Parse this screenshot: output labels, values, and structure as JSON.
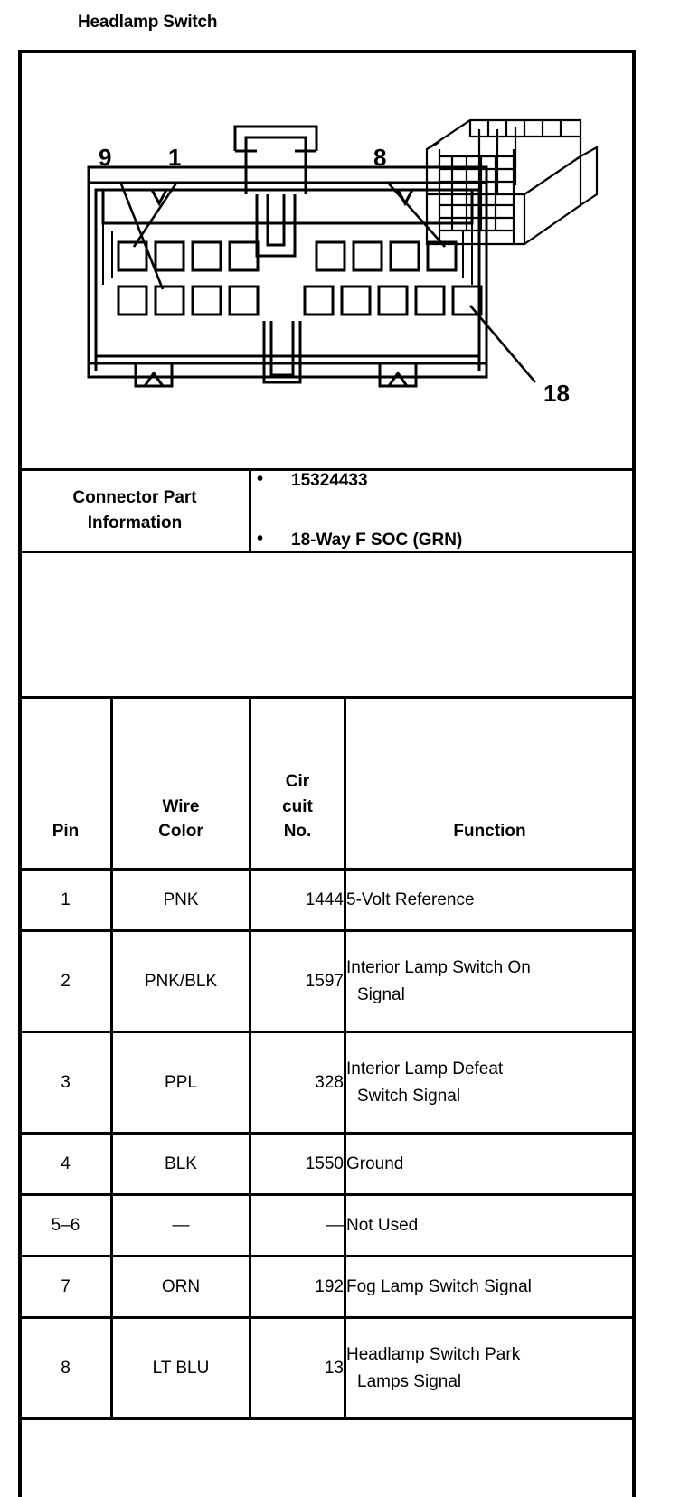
{
  "page": {
    "title": "Headlamp Switch"
  },
  "connector_diagram": {
    "callouts": [
      {
        "name": "callout-9",
        "label": "9"
      },
      {
        "name": "callout-1",
        "label": "1"
      },
      {
        "name": "callout-8",
        "label": "8"
      },
      {
        "name": "callout-18",
        "label": "18"
      }
    ],
    "alt": "18-way connector face view with isometric inset"
  },
  "connector_part_information": {
    "label_line1": "Connector Part",
    "label_line2": "Information",
    "values": [
      "15324433",
      "18-Way F SOC (GRN)"
    ]
  },
  "pin_table": {
    "headers": {
      "pin": "Pin",
      "wire_line1": "Wire",
      "wire_line2": "Color",
      "circuit_line1": "Cir",
      "circuit_line2": "cuit",
      "circuit_line3": "No.",
      "function": "Function"
    },
    "rows": [
      {
        "pin": "1",
        "wire_color": "PNK",
        "circuit_no": "1444",
        "function_line1": "5-Volt Reference",
        "function_line2": ""
      },
      {
        "pin": "2",
        "wire_color": "PNK/BLK",
        "circuit_no": "1597",
        "function_line1": "Interior Lamp Switch On",
        "function_line2": "Signal"
      },
      {
        "pin": "3",
        "wire_color": "PPL",
        "circuit_no": "328",
        "function_line1": "Interior Lamp Defeat",
        "function_line2": "Switch Signal"
      },
      {
        "pin": "4",
        "wire_color": "BLK",
        "circuit_no": "1550",
        "function_line1": "Ground",
        "function_line2": ""
      },
      {
        "pin": "5–6",
        "wire_color": "—",
        "circuit_no": "—",
        "function_line1": "Not Used",
        "function_line2": ""
      },
      {
        "pin": "7",
        "wire_color": "ORN",
        "circuit_no": "192",
        "function_line1": "Fog Lamp Switch Signal",
        "function_line2": ""
      },
      {
        "pin": "8",
        "wire_color": "LT BLU",
        "circuit_no": "13",
        "function_line1": "Headlamp Switch Park",
        "function_line2": "Lamps Signal"
      }
    ]
  },
  "colors": {
    "ink": "#000000",
    "paper": "#ffffff"
  }
}
